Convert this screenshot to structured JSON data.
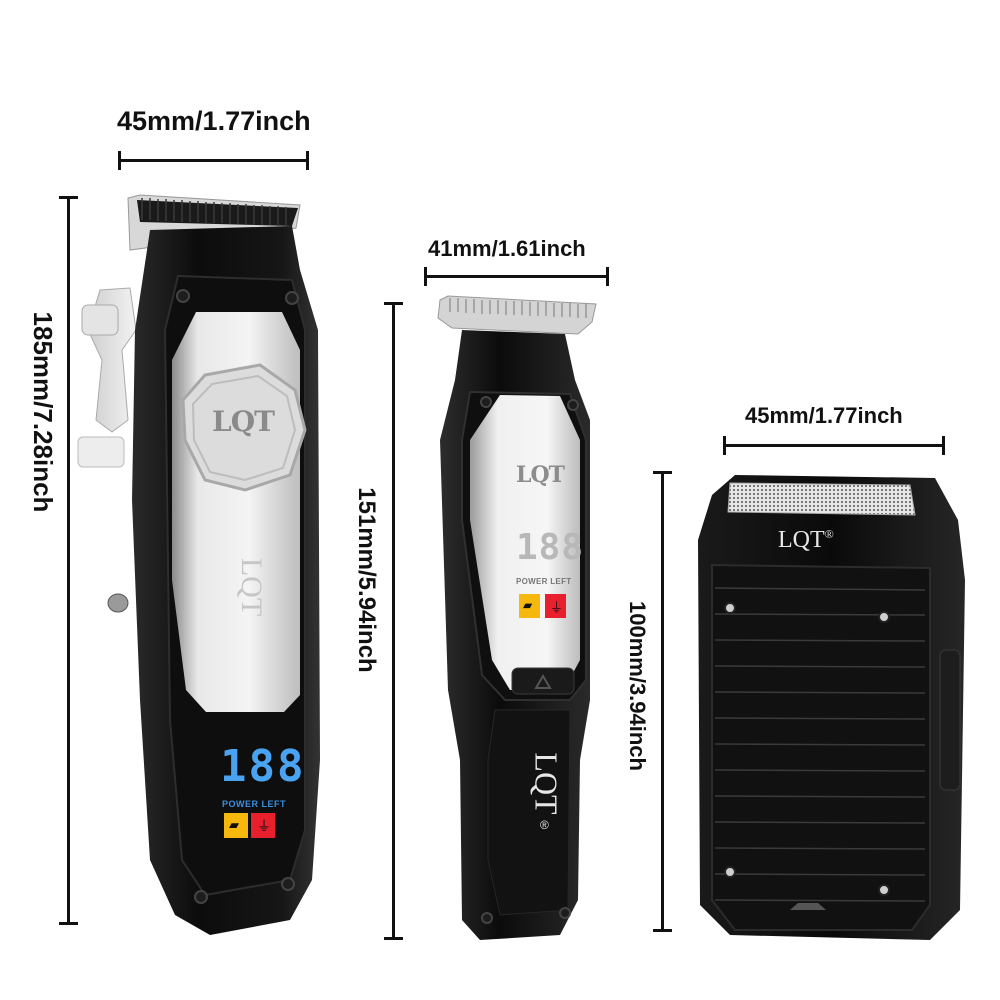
{
  "products": [
    {
      "name": "cordless-hair-clipper",
      "brand": "LQT",
      "width_label": "45mm/1.77inch",
      "height_label": "185mm/7.28inch",
      "display": {
        "digits": "188",
        "caption": "POWER LEFT",
        "digit_color": "#4aa3f0",
        "caption_color": "#3a8ee0"
      },
      "indicators": [
        {
          "name": "oil-icon",
          "color": "#f6b80c"
        },
        {
          "name": "plug-icon",
          "color": "#e8202e"
        }
      ]
    },
    {
      "name": "t-blade-trimmer",
      "brand": "LQT",
      "width_label": "41mm/1.61inch",
      "height_label": "151mm/5.94inch",
      "display": {
        "digits": "188",
        "caption": "POWER LEFT",
        "digit_color": "#b8b8b8",
        "caption_color": "#777777"
      },
      "indicators": [
        {
          "name": "oil-icon",
          "color": "#f6b80c"
        },
        {
          "name": "plug-icon",
          "color": "#e8202e"
        }
      ]
    },
    {
      "name": "foil-shaver",
      "brand": "LQT",
      "registered": "®",
      "width_label": "45mm/1.77inch",
      "height_label": "100mm/3.94inch"
    }
  ],
  "colors": {
    "body": "#111111",
    "chrome": "#d9d9d9",
    "dimension_line": "#111111"
  }
}
